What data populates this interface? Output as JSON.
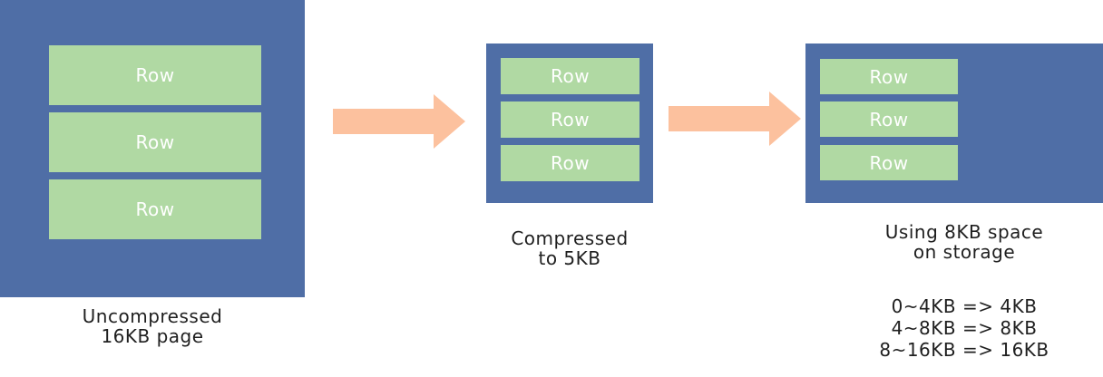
{
  "colors": {
    "page": "#4f6ea6",
    "row": "#b0d9a3",
    "row_text": "#ffffff",
    "arrow": "#fcc19e",
    "caption_text": "#1f1f1f"
  },
  "uncompressed": {
    "rows": [
      "Row",
      "Row",
      "Row"
    ],
    "caption": [
      "Uncompressed",
      "16KB page"
    ]
  },
  "compressed": {
    "rows": [
      "Row",
      "Row",
      "Row"
    ],
    "caption": [
      "Compressed",
      "to 5KB"
    ]
  },
  "storage": {
    "rows": [
      "Row",
      "Row",
      "Row"
    ],
    "caption": [
      "Using 8KB space",
      "on storage"
    ],
    "rules": [
      "0~4KB => 4KB",
      "4~8KB => 8KB",
      "8~16KB => 16KB"
    ]
  },
  "icons": {
    "arrow1": "right-arrow-icon",
    "arrow2": "right-arrow-icon"
  }
}
